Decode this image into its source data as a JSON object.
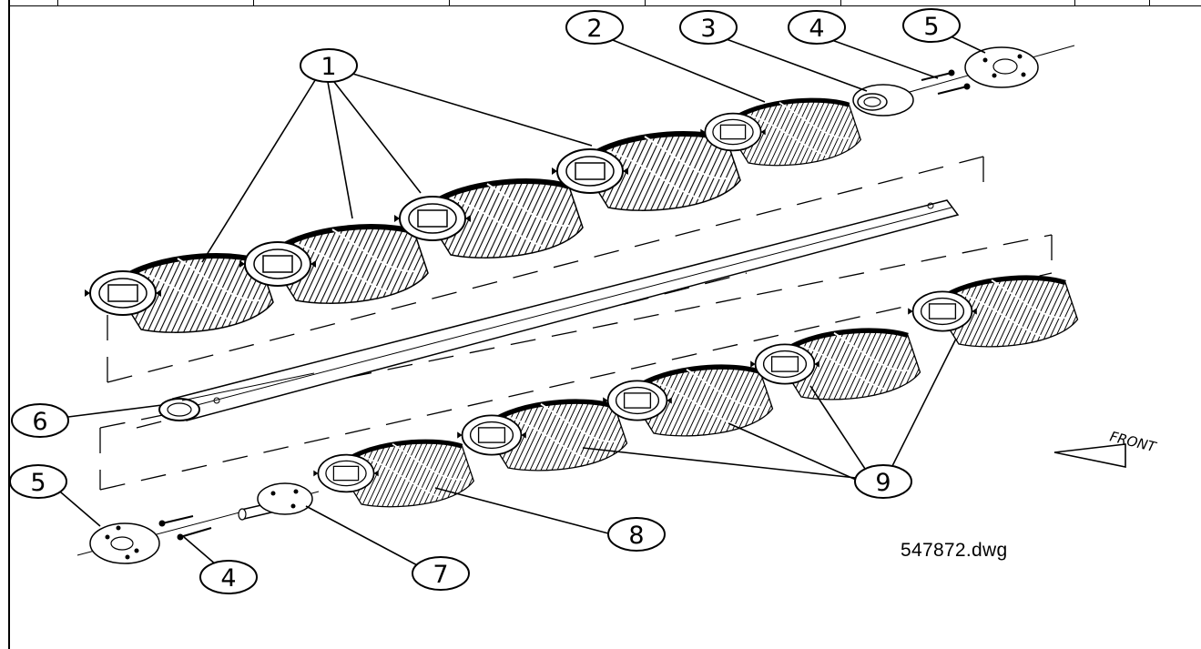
{
  "drawing": {
    "filename": "547872.dwg",
    "direction_label": "FRONT",
    "callouts": {
      "c1": "1",
      "c2": "2",
      "c3": "3",
      "c4a": "4",
      "c5a": "5",
      "c6": "6",
      "c5b": "5",
      "c4b": "4",
      "c7": "7",
      "c8": "8",
      "c9": "9"
    }
  }
}
